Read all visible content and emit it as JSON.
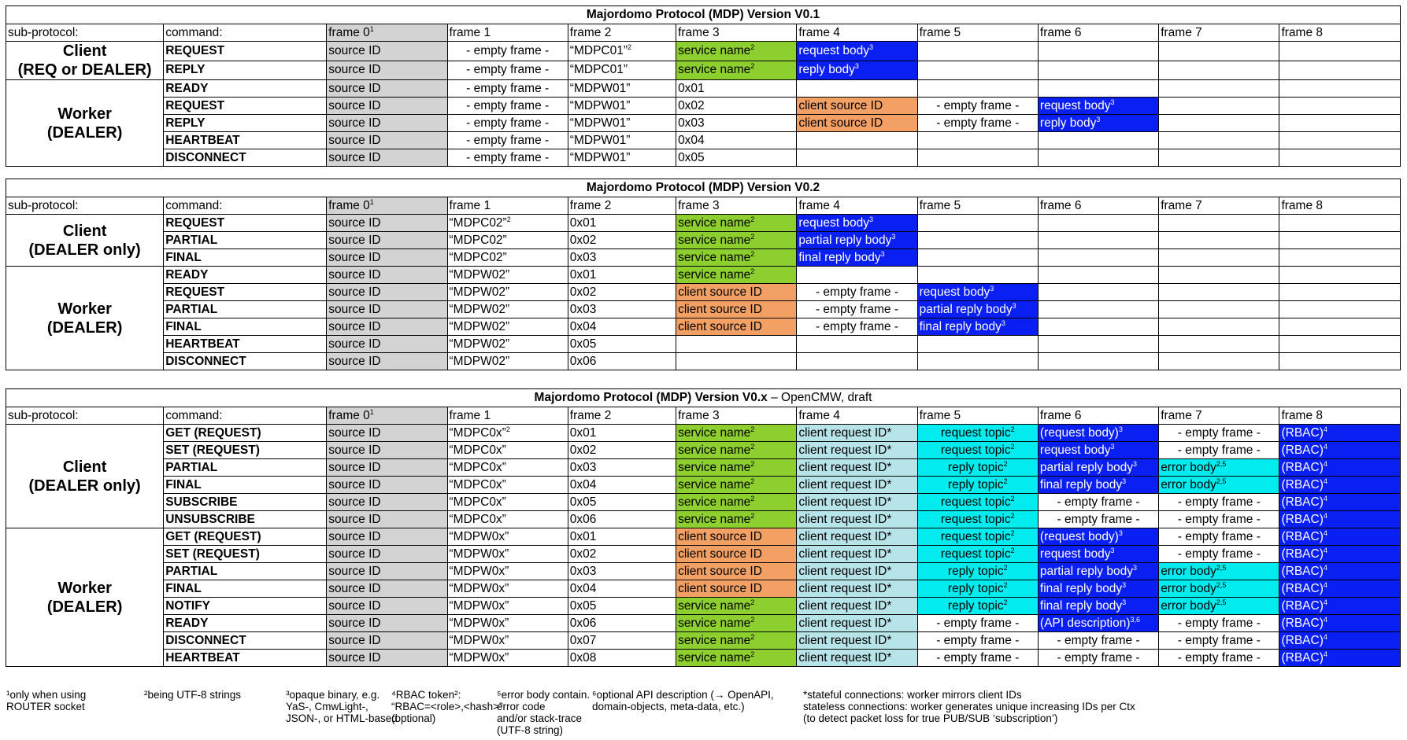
{
  "tables": [
    {
      "title": "Majordomo Protocol (MDP) Version V0.1",
      "title_suffix": "",
      "header": [
        "sub-protocol:",
        "command:",
        "frame 0",
        "frame 1",
        "frame 2",
        "frame 3",
        "frame 4",
        "frame 5",
        "frame 6",
        "frame 7",
        "frame 8"
      ],
      "groups": [
        {
          "name": "Client\n(REQ or DEALER)",
          "rows": [
            [
              "REQUEST",
              "source ID",
              "- empty frame -",
              "“MDPC01”",
              "service name",
              "request body",
              "",
              "",
              "",
              ""
            ],
            [
              "REPLY",
              "source ID",
              "- empty frame -",
              "“MDPC01”",
              "service name",
              "reply body",
              "",
              "",
              "",
              ""
            ]
          ]
        },
        {
          "name": "Worker\n(DEALER)",
          "rows": [
            [
              "READY",
              "source ID",
              "- empty frame -",
              "“MDPW01”",
              "0x01",
              "",
              "",
              "",
              "",
              ""
            ],
            [
              "REQUEST",
              "source ID",
              "- empty frame -",
              "“MDPW01”",
              "0x02",
              "client source ID",
              "- empty frame -",
              "request body",
              "",
              ""
            ],
            [
              "REPLY",
              "source ID",
              "- empty frame -",
              "“MDPW01”",
              "0x03",
              "client source ID",
              "- empty frame -",
              "reply body",
              "",
              ""
            ],
            [
              "HEARTBEAT",
              "source ID",
              "- empty frame -",
              "“MDPW01”",
              "0x04",
              "",
              "",
              "",
              "",
              ""
            ],
            [
              "DISCONNECT",
              "source ID",
              "- empty frame -",
              "“MDPW01”",
              "0x05",
              "",
              "",
              "",
              "",
              ""
            ]
          ]
        }
      ]
    },
    {
      "title": "Majordomo Protocol (MDP) Version V0.2",
      "title_suffix": "",
      "header": [
        "sub-protocol:",
        "command:",
        "frame 0",
        "frame 1",
        "frame 2",
        "frame 3",
        "frame 4",
        "frame 5",
        "frame 6",
        "frame 7",
        "frame 8"
      ],
      "groups": [
        {
          "name": "Client\n(DEALER only)",
          "rows": [
            [
              "REQUEST",
              "source ID",
              "“MDPC02”",
              "0x01",
              "service name",
              "request body",
              "",
              "",
              "",
              ""
            ],
            [
              "PARTIAL",
              "source ID",
              "“MDPC02”",
              "0x02",
              "service name",
              "partial reply body",
              "",
              "",
              "",
              ""
            ],
            [
              "FINAL",
              "source ID",
              "“MDPC02”",
              "0x03",
              "service name",
              "final reply body",
              "",
              "",
              "",
              ""
            ]
          ]
        },
        {
          "name": "Worker\n(DEALER)",
          "rows": [
            [
              "READY",
              "source ID",
              "“MDPW02”",
              "0x01",
              "service name",
              "",
              "",
              "",
              "",
              ""
            ],
            [
              "REQUEST",
              "source ID",
              "“MDPW02”",
              "0x02",
              "client source ID",
              "- empty frame -",
              "request body",
              "",
              "",
              ""
            ],
            [
              "PARTIAL",
              "source ID",
              "“MDPW02”",
              "0x03",
              "client source ID",
              "- empty frame -",
              "partial reply body",
              "",
              "",
              ""
            ],
            [
              "FINAL",
              "source ID",
              "“MDPW02”",
              "0x04",
              "client source ID",
              "- empty frame -",
              "final reply body",
              "",
              "",
              ""
            ],
            [
              "HEARTBEAT",
              "source ID",
              "“MDPW02”",
              "0x05",
              "",
              "",
              "",
              "",
              "",
              ""
            ],
            [
              "DISCONNECT",
              "source ID",
              "“MDPW02”",
              "0x06",
              "",
              "",
              "",
              "",
              "",
              ""
            ]
          ]
        }
      ]
    },
    {
      "title": "Majordomo Protocol (MDP) Version V0.x",
      "title_suffix": " – OpenCMW, draft",
      "header": [
        "sub-protocol:",
        "command:",
        "frame 0",
        "frame 1",
        "frame 2",
        "frame 3",
        "frame 4",
        "frame 5",
        "frame 6",
        "frame 7",
        "frame 8"
      ],
      "groups": [
        {
          "name": "Client\n(DEALER only)",
          "rows": [
            [
              "GET (REQUEST)",
              "source ID",
              "“MDPC0x”",
              "0x01",
              "service name",
              "client request ID*",
              "request topic",
              "(request body)",
              "- empty frame -",
              "(RBAC)"
            ],
            [
              "SET (REQUEST)",
              "source ID",
              "“MDPC0x”",
              "0x02",
              "service name",
              "client request ID*",
              "request topic",
              "request body",
              "- empty frame -",
              "(RBAC)"
            ],
            [
              "PARTIAL",
              "source ID",
              "“MDPC0x”",
              "0x03",
              "service name",
              "client request ID*",
              "reply topic",
              "partial reply body",
              "error body",
              "(RBAC)"
            ],
            [
              "FINAL",
              "source ID",
              "“MDPC0x”",
              "0x04",
              "service name",
              "client request ID*",
              "reply topic",
              "final reply body",
              "error body",
              "(RBAC)"
            ],
            [
              "SUBSCRIBE",
              "source ID",
              "“MDPC0x”",
              "0x05",
              "service name",
              "client request ID*",
              "request topic",
              "- empty frame -",
              "- empty frame -",
              "(RBAC)"
            ],
            [
              "UNSUBSCRIBE",
              "source ID",
              "“MDPC0x”",
              "0x06",
              "service name",
              "client request ID*",
              "request topic",
              "- empty frame -",
              "- empty frame -",
              "(RBAC)"
            ]
          ]
        },
        {
          "name": "Worker\n(DEALER)",
          "rows": [
            [
              "GET (REQUEST)",
              "source ID",
              "“MDPW0x”",
              "0x01",
              "client source ID",
              "client request ID*",
              "request topic",
              "(request body)",
              "- empty frame -",
              "(RBAC)"
            ],
            [
              "SET (REQUEST)",
              "source ID",
              "“MDPW0x”",
              "0x02",
              "client source ID",
              "client request ID*",
              "request topic",
              "request body",
              "- empty frame -",
              "(RBAC)"
            ],
            [
              "PARTIAL",
              "source ID",
              "“MDPW0x”",
              "0x03",
              "client source ID",
              "client request ID*",
              "reply topic",
              "partial reply body",
              "error body",
              "(RBAC)"
            ],
            [
              "FINAL",
              "source ID",
              "“MDPW0x”",
              "0x04",
              "client source ID",
              "client request ID*",
              "reply topic",
              "final reply body",
              "error body",
              "(RBAC)"
            ],
            [
              "NOTIFY",
              "source ID",
              "“MDPW0x”",
              "0x05",
              "service name",
              "client request ID*",
              "reply topic",
              "final reply body",
              "error body",
              "(RBAC)"
            ],
            [
              "READY",
              "source ID",
              "“MDPW0x”",
              "0x06",
              "service name",
              "client request ID*",
              "- empty frame -",
              "(API description)",
              "- empty frame -",
              "(RBAC)"
            ],
            [
              "DISCONNECT",
              "source ID",
              "“MDPW0x”",
              "0x07",
              "service name",
              "client request ID*",
              "- empty frame -",
              "- empty frame -",
              "- empty frame -",
              "(RBAC)"
            ],
            [
              "HEARTBEAT",
              "source ID",
              "“MDPW0x”",
              "0x08",
              "service name",
              "client request ID*",
              "- empty frame -",
              "- empty frame -",
              "- empty frame -",
              "(RBAC)"
            ]
          ]
        }
      ]
    }
  ],
  "footnotes": [
    "¹only when using\nROUTER socket",
    "²being UTF-8 strings",
    "³opaque binary, e.g.\nYaS-, CmwLight-,\nJSON-, or HTML-based",
    "⁴RBAC token²:\n“RBAC=<role>,<hash>”\n(optional)",
    "⁵error body contain.\nerror code\nand/or stack-trace\n(UTF-8 string)",
    "⁶optional API description (→ OpenAPI,\ndomain-objects, meta-data, etc.)",
    "*stateful connections: worker mirrors client IDs\nstateless connections: worker generates unique increasing IDs per Ctx\n(to detect packet loss for true PUB/SUB ‘subscription’)"
  ],
  "colors": {
    "grey": "#d3d3d3",
    "green": "#8ccf2e",
    "blue": "#0a1ff2",
    "orange": "#f2a064",
    "lightblue": "#b7e4e9",
    "cyan": "#02ecf0"
  }
}
